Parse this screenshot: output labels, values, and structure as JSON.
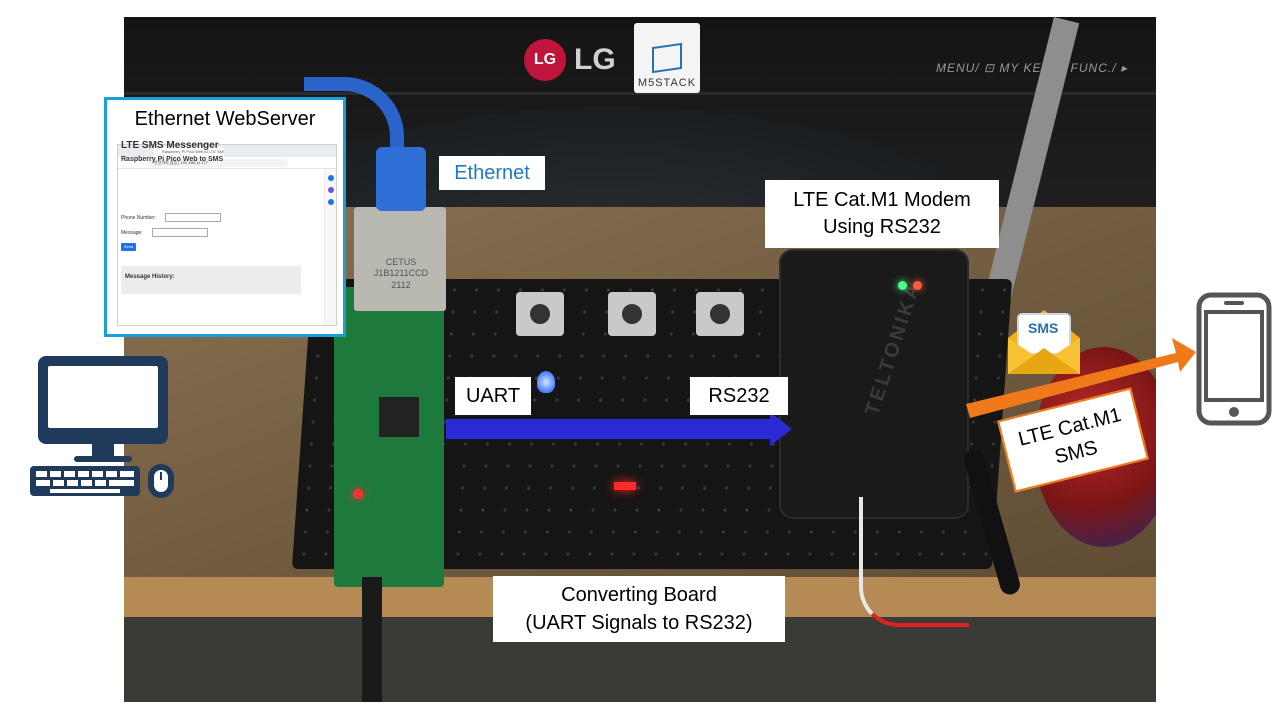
{
  "photo": {
    "monitor_brand": "LG",
    "monitor_menu": "MENU/ ⊡   MY KEY/ ◂   FUNC./ ▸",
    "device_label": "M5STACK",
    "jack_text": [
      "CETUS",
      "J1B1211CCD",
      "2112"
    ],
    "modem_brand": "TELTONIKA"
  },
  "labels": {
    "ethernet_webserver": "Ethernet WebServer",
    "ethernet": "Ethernet",
    "uart": "UART",
    "rs232": "RS232",
    "modem": [
      "LTE Cat.M1 Modem",
      "Using RS232"
    ],
    "converting_board": [
      "Converting Board",
      "(UART Signals to RS232)"
    ],
    "lte_sms": [
      "LTE Cat.M1",
      "SMS"
    ],
    "sms_badge": "SMS"
  },
  "browser": {
    "tab_title": "Raspberry Pi Pico Web to LTE SMS",
    "url": "안전하지 않음 | 192.168.11.177",
    "page_title": "LTE SMS Messenger",
    "page_subtitle": "Raspberry Pi Pico Web to SMS",
    "phone_label": "Phone Number:",
    "message_label": "Message:",
    "send_button": "Send",
    "history_label": "Message History:"
  },
  "colors": {
    "panel_border": "#1aa0d8",
    "ethernet_text": "#1f78c8",
    "uart_arrow": "#2a2ad6",
    "lte_arrow": "#f07a1a",
    "icon_navy": "#1f3a5a"
  }
}
